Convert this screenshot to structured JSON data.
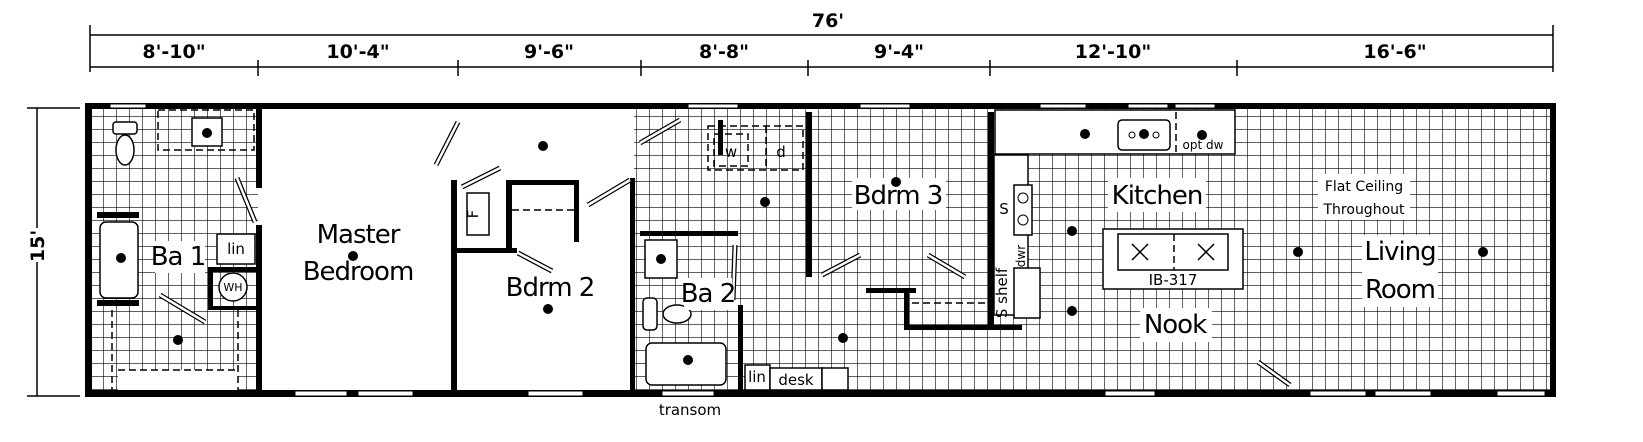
{
  "overall_length": "76'",
  "overall_width": "15'",
  "segments": [
    "8'-10\"",
    "10'-4\"",
    "9'-6\"",
    "8'-8\"",
    "9'-4\"",
    "12'-10\"",
    "16'-6\""
  ],
  "rooms": {
    "ba1": "Ba 1",
    "master_1": "Master",
    "master_2": "Bedroom",
    "bdrm2": "Bdrm 2",
    "ba2": "Ba 2",
    "bdrm3": "Bdrm 3",
    "kitchen": "Kitchen",
    "nook": "Nook",
    "living_1": "Living",
    "living_2": "Room"
  },
  "labels": {
    "lin1": "lin",
    "wh": "WH",
    "furnace": "F",
    "washer": "w",
    "dryer": "d",
    "lin2": "lin",
    "desk": "desk",
    "transom": "transom",
    "stove": "S",
    "dwr": "dwr",
    "shelf": "S shelf",
    "island": "IB-317",
    "opt_dw": "opt dw",
    "ceiling_1": "Flat Ceiling",
    "ceiling_2": "Throughout"
  }
}
